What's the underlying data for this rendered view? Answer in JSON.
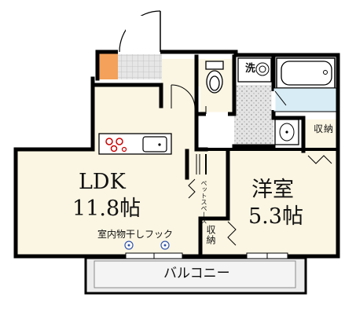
{
  "rooms": {
    "ldk": {
      "name": "LDK",
      "size": "11.8帖"
    },
    "western": {
      "name": "洋室",
      "size": "5.3帖"
    }
  },
  "labels": {
    "storage_top": "収納",
    "storage_mid": "収納",
    "pet_space": "ペットスペース",
    "drying_hook": "室内物干しフック",
    "washer": "洗",
    "balcony": "バルコニー"
  },
  "colors": {
    "wall": "#000000",
    "floor": "#fbf6e3",
    "bath_blue": "#d8ecf5",
    "tile_gray": "#e0e0e0",
    "balcony": "#ececec",
    "entrance_orange": "#f3a15b",
    "burner_red": "#cc0000"
  },
  "icons": [
    "door-icon",
    "toilet-icon",
    "bathtub-icon",
    "sink-icon",
    "stove-icon",
    "kitchen-sink-icon",
    "washer-icon",
    "hook-icon",
    "window-icon"
  ]
}
